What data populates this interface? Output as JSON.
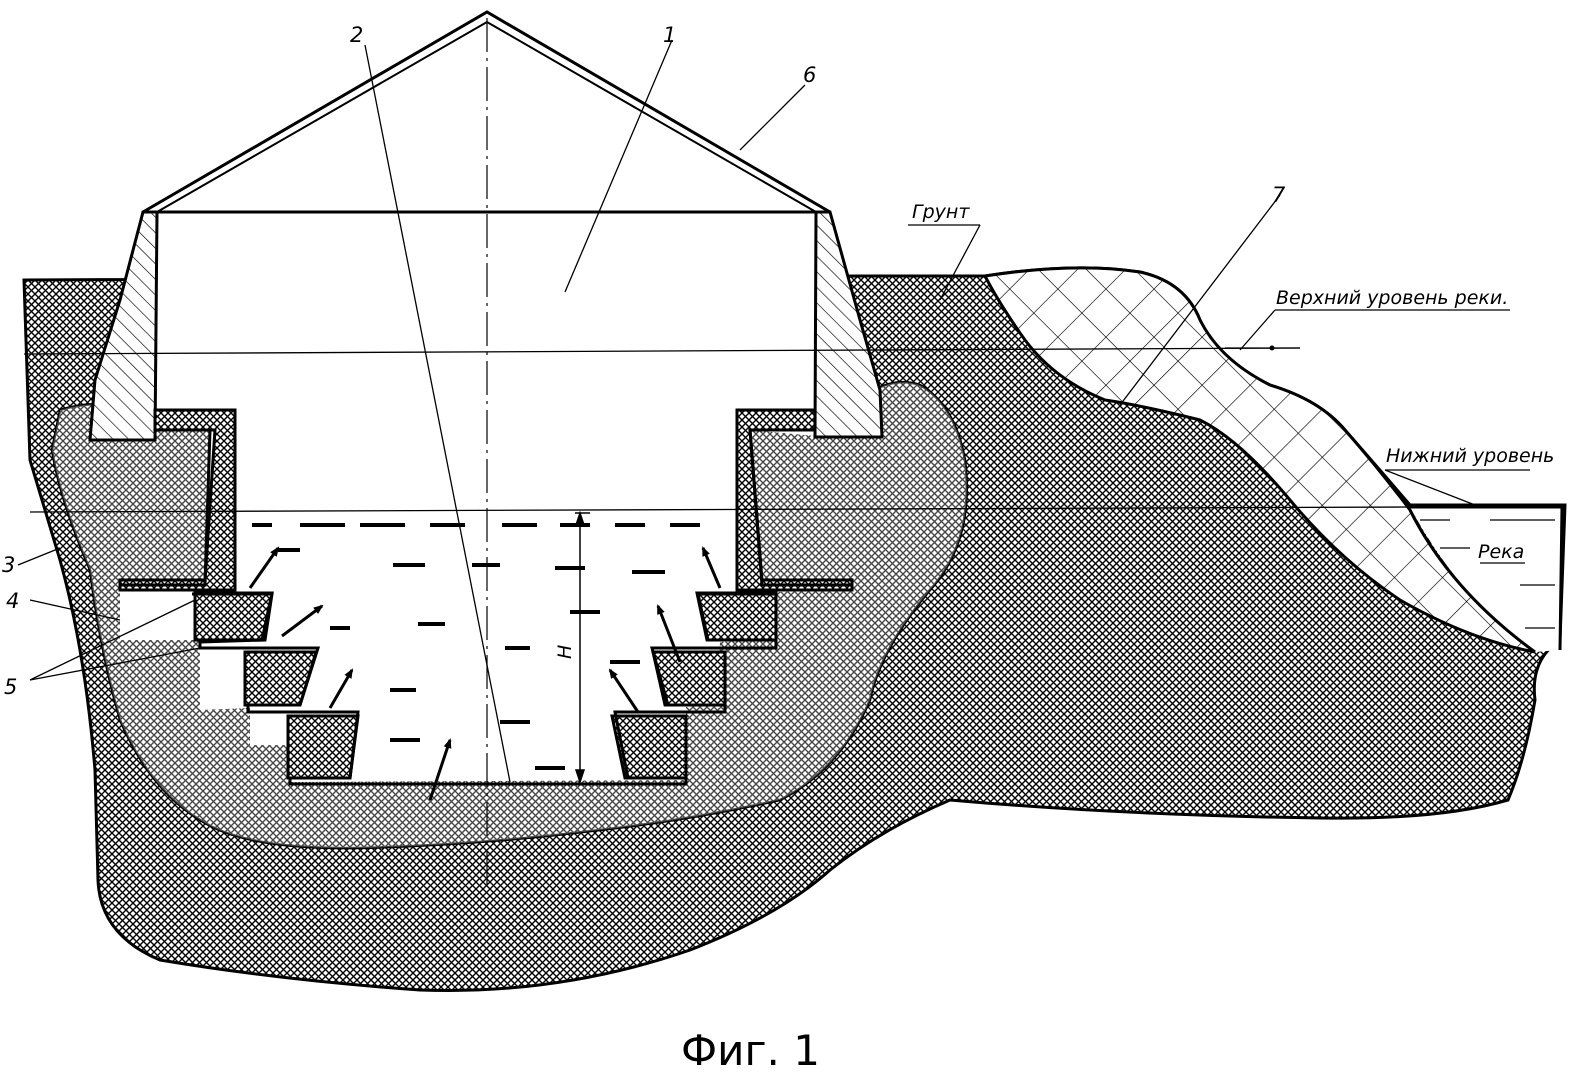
{
  "labels": {
    "n1": "1",
    "n2": "2",
    "n3": "3",
    "n4": "4",
    "n5": "5",
    "n6": "6",
    "n7": "7",
    "h": "H",
    "ground": "Грунт",
    "upper_level": "Верхний уровень реки.",
    "lower_level": "Нижний уровень",
    "river": "Река"
  },
  "caption": "Фиг. 1",
  "colors": {
    "ink": "#000000",
    "paper": "#ffffff"
  }
}
